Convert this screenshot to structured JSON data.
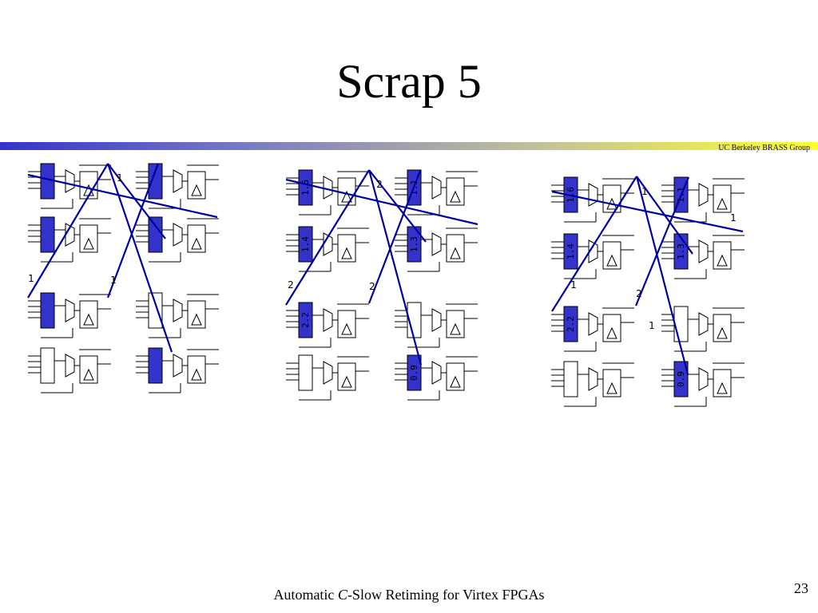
{
  "slide": {
    "title": "Scrap 5",
    "group_label": "UC Berkeley BRASS Group",
    "footer_prefix": "Automatic ",
    "footer_italic": "C",
    "footer_suffix": "-Slow Retiming for Virtex FPGAs",
    "page_number": "23"
  },
  "colors": {
    "lut_active": "#3333cc",
    "wire": "#0000a0",
    "line": "#000000"
  },
  "diagram": {
    "panels": [
      {
        "lut_fill": [
          true,
          true,
          true,
          true,
          true,
          false,
          false,
          true
        ],
        "lut_labels": [
          "",
          "",
          "",
          "",
          "",
          "",
          "",
          ""
        ],
        "edge_labels": [
          "1",
          "1",
          "1"
        ]
      },
      {
        "lut_fill": [
          true,
          true,
          true,
          true,
          true,
          false,
          false,
          true
        ],
        "lut_labels": [
          "1.6",
          "1.1",
          "1.4",
          "1.3",
          "2.2",
          "",
          "",
          "0.9"
        ],
        "edge_labels": [
          "2",
          "2",
          "2"
        ]
      },
      {
        "lut_fill": [
          true,
          true,
          true,
          true,
          true,
          false,
          false,
          true
        ],
        "lut_labels": [
          "1.6",
          "1.1",
          "1.4",
          "1.3",
          "2.2",
          "",
          "",
          "0.9"
        ],
        "edge_labels": [
          "1",
          "1",
          "1",
          "2",
          "1"
        ]
      }
    ]
  }
}
